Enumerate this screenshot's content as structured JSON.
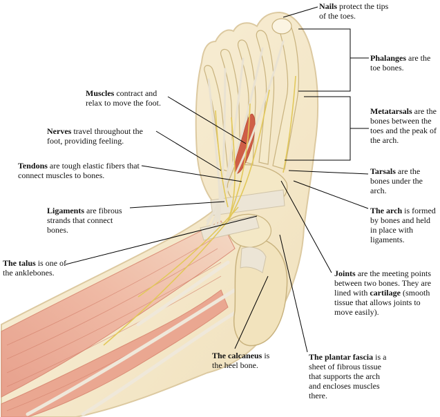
{
  "colors": {
    "skin": "#f7ecd2",
    "skin_edge": "#dcc9a0",
    "bone": "#f3e6c2",
    "bone_edge": "#c8b27e",
    "muscle": "#e49a86",
    "muscle_dark": "#c9604d",
    "tendon": "#ece7dc",
    "nerve": "#e6cf68",
    "leader": "#000000"
  },
  "labels": {
    "nails": {
      "term": "Nails",
      "text": " protect the tips of the toes."
    },
    "phalanges": {
      "term": "Phalanges",
      "text": " are the toe bones."
    },
    "metatarsals": {
      "term": "Metatarsals",
      "text": " are the bones between the toes and the peak of the arch."
    },
    "tarsals": {
      "term": "Tarsals",
      "text": " are the bones under the arch."
    },
    "arch": {
      "term": "The arch",
      "text": " is formed by bones and held in place with ligaments."
    },
    "joints": {
      "term": "Joints",
      "text": " are the meeting points between two bones. They are lined with ",
      "term2": "cartilage",
      "text2": " (smooth tissue that allows joints to move easily)."
    },
    "plantar_fascia": {
      "term": "The plantar fascia",
      "text": " is a sheet of fibrous tissue that supports the arch and encloses muscles there."
    },
    "calcaneus": {
      "term": "The calcaneus",
      "text": " is the heel bone."
    },
    "talus": {
      "term": "The talus",
      "text": " is one of the anklebones."
    },
    "ligaments": {
      "term": "Ligaments",
      "text": " are fibrous strands that connect bones."
    },
    "tendons": {
      "term": "Tendons",
      "text": " are tough elastic fibers that connect muscles to bones."
    },
    "nerves": {
      "term": "Nerves",
      "text": " travel throughout the foot, providing feeling."
    },
    "muscles": {
      "term": "Muscles",
      "text": " contract and relax to move the foot."
    }
  }
}
